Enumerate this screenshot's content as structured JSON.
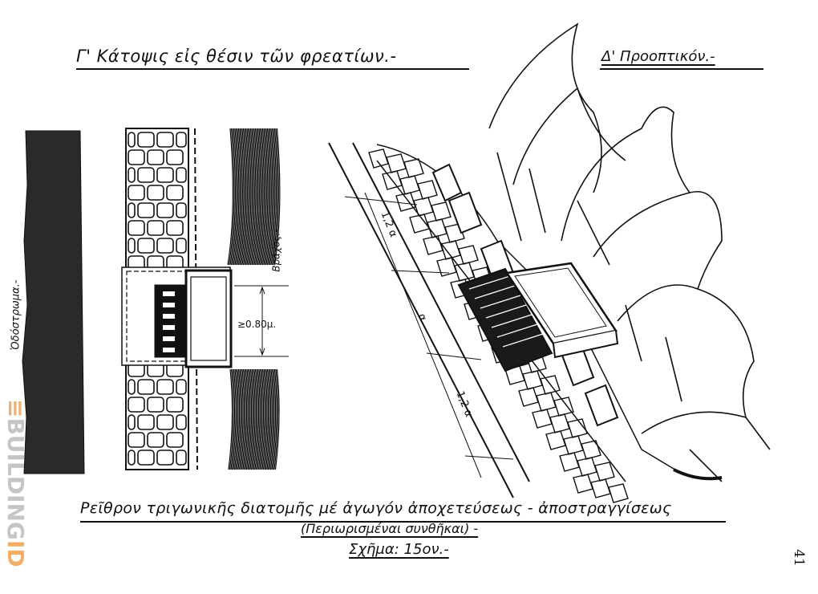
{
  "plan": {
    "title": "Γ' Κάτοψις εἰς θέσιν τῶν φρεατίων.-",
    "road_label": "Ὁδόστρωμα.-",
    "rock_label": "Βράχος.-",
    "dimension_label": "≥0.80μ."
  },
  "perspective": {
    "title": "Δ' Προοπτικόν.-",
    "dim_left": "1,2 α",
    "dim_mid": "α",
    "dim_right": "1,2 α"
  },
  "caption": {
    "line1": "Ρεῖθρον τριγωνικῆς διατομῆς μέ ἀγωγόν ἀποχετεύσεως - ἀποστραγγίσεως",
    "line2": "(Περιωρισμέναι συνθῆκαι) -",
    "figure": "Σχῆμα: 15ον.-"
  },
  "page_number": "41",
  "watermark": {
    "prefix": "≡",
    "text": "BUILDING",
    "suffix": "ID"
  }
}
